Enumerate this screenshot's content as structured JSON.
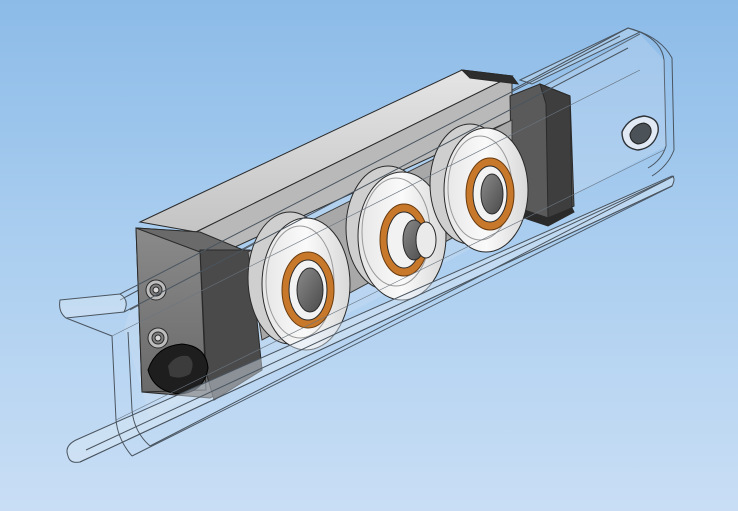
{
  "scene": {
    "subject": "linear-roller-carriage-in-c-channel-rail",
    "render_style": "shaded-with-edges",
    "rail_style": "transparent-wireframe",
    "roller_count": 3,
    "colors": {
      "background_top": "#8cbbe8",
      "background_bottom": "#c9def5",
      "body_light": "#d9d9d9",
      "body_mid": "#9a9a9a",
      "body_dark": "#3c3c3c",
      "roller_white": "#f4f4f4",
      "bearing_ring": "#c8782a",
      "rail_edge": "#4a5560"
    }
  }
}
